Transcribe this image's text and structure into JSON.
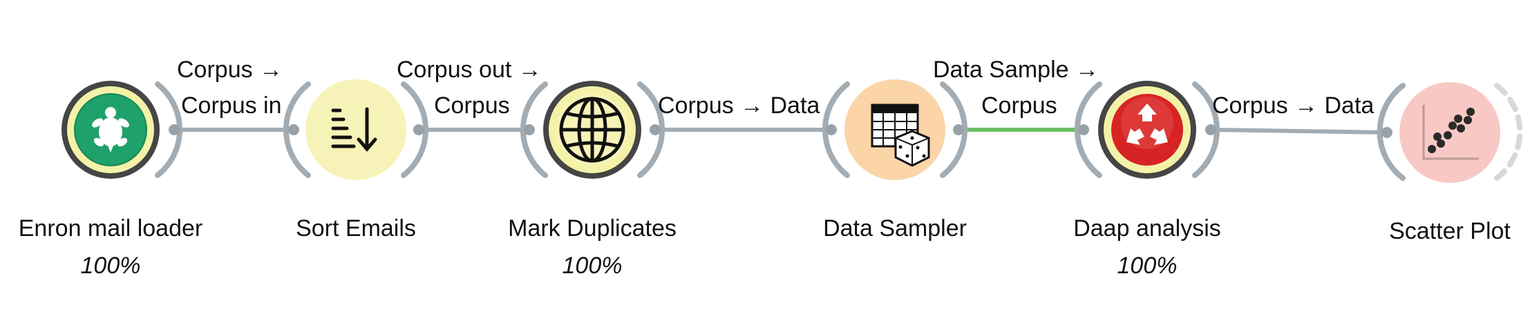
{
  "workflow": {
    "nodes": [
      {
        "id": "enron",
        "name": "Enron mail loader",
        "progress": "100%",
        "icon": "turtle-icon",
        "color": "#1fa16b",
        "ring": "#f4f2a8"
      },
      {
        "id": "sort",
        "name": "Sort Emails",
        "progress": "",
        "icon": "sort-descending-icon",
        "color": "#f7f3b8",
        "ring": ""
      },
      {
        "id": "dup",
        "name": "Mark Duplicates",
        "progress": "100%",
        "icon": "globe-icon",
        "color": "#f7f3b8",
        "ring": "#f4f2a8"
      },
      {
        "id": "sampler",
        "name": "Data Sampler",
        "progress": "",
        "icon": "table-dice-icon",
        "color": "#fbd4a8",
        "ring": ""
      },
      {
        "id": "daap",
        "name": "Daap analysis",
        "progress": "100%",
        "icon": "recycle-icon",
        "color": "#d62424",
        "ring": "#f4f2a8"
      },
      {
        "id": "scatter",
        "name": "Scatter Plot",
        "progress": "",
        "icon": "scatter-plot-icon",
        "color": "#f8c8c4",
        "ring": ""
      }
    ],
    "links": [
      {
        "from": "enron",
        "to": "sort",
        "source_label": "Corpus →",
        "target_label": "Corpus in",
        "status": "normal"
      },
      {
        "from": "sort",
        "to": "dup",
        "source_label": "Corpus out →",
        "target_label": "Corpus",
        "status": "normal"
      },
      {
        "from": "dup",
        "to": "sampler",
        "source_label": "Corpus → Data",
        "target_label": "",
        "status": "normal"
      },
      {
        "from": "sampler",
        "to": "daap",
        "source_label": "Data Sample →",
        "target_label": "Corpus",
        "status": "active"
      },
      {
        "from": "daap",
        "to": "scatter",
        "source_label": "Corpus → Data",
        "target_label": "",
        "status": "normal"
      }
    ]
  },
  "colors": {
    "link": "#a3acb3",
    "link_active": "#6cc064",
    "anchor": "#97a1a9",
    "frame": "#454545"
  }
}
